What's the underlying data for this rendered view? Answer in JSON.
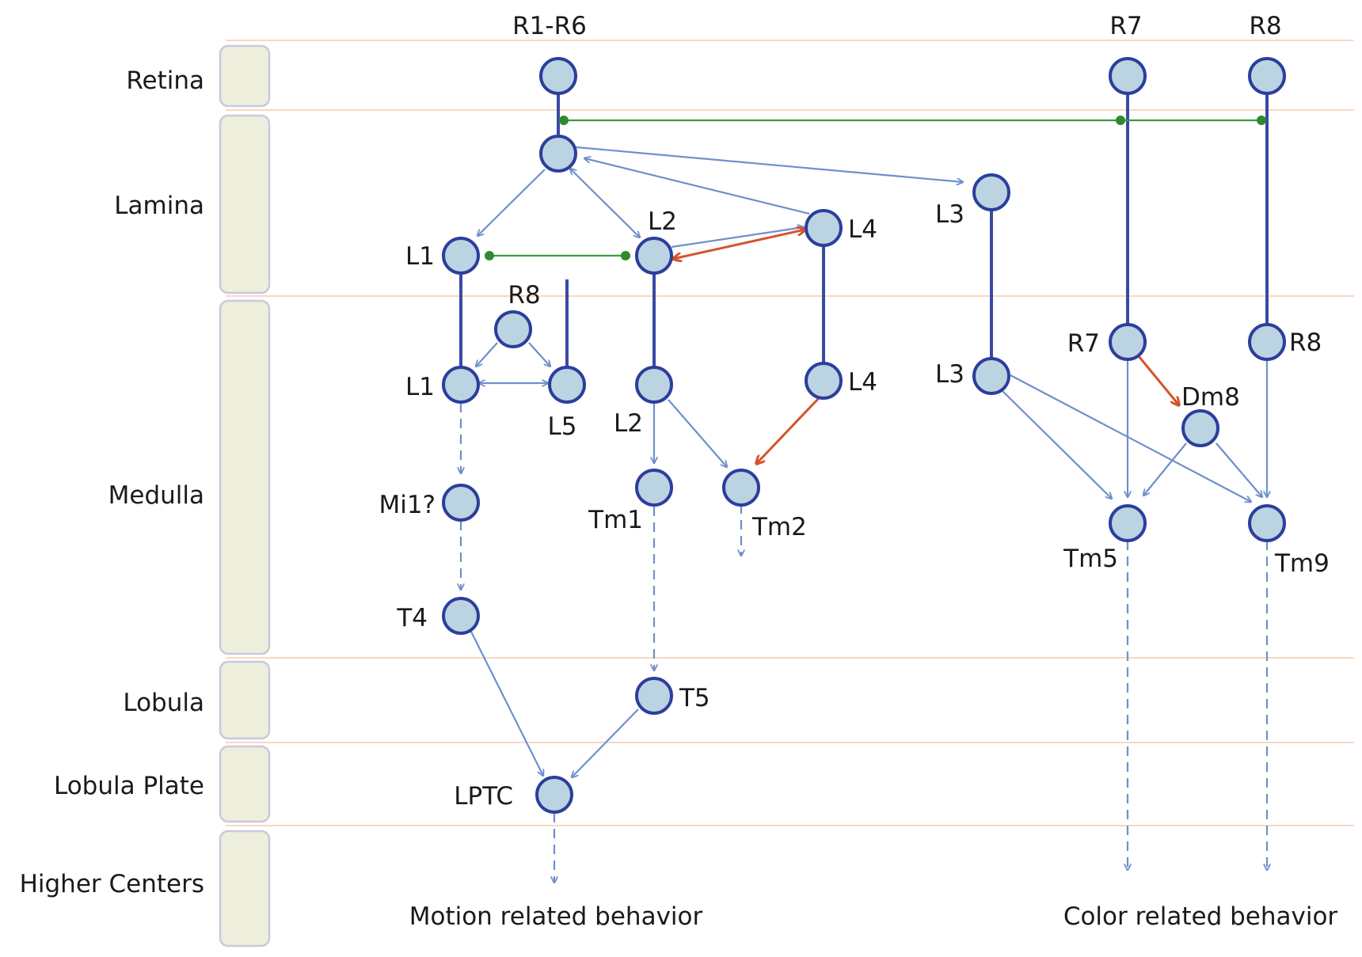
{
  "regions": [
    {
      "id": "retina",
      "label": "Retina"
    },
    {
      "id": "lamina",
      "label": "Lamina"
    },
    {
      "id": "medulla",
      "label": "Medulla"
    },
    {
      "id": "lobula",
      "label": "Lobula"
    },
    {
      "id": "lobula_plate",
      "label": "Lobula Plate"
    },
    {
      "id": "higher_centers",
      "label": "Higher Centers"
    }
  ],
  "nodes": {
    "r1r6": "R1-R6",
    "r7_top": "R7",
    "r8_top": "R8",
    "l1_lamina": "L1",
    "l2_lamina": "L2",
    "l4_lamina": "L4",
    "l3_lamina": "L3",
    "r8_medulla": "R8",
    "l1_medulla": "L1",
    "l5": "L5",
    "l2_medulla": "L2",
    "l4_medulla": "L4",
    "l3_medulla": "L3",
    "r7_medulla": "R7",
    "r8_medulla_right": "R8",
    "dm8": "Dm8",
    "mi1": "Mi1?",
    "tm1": "Tm1",
    "tm2": "Tm2",
    "tm5": "Tm5",
    "tm9": "Tm9",
    "t4": "T4",
    "t5": "T5",
    "lptc": "LPTC"
  },
  "outputs": {
    "motion": "Motion related behavior",
    "color": "Color related behavior"
  },
  "colors": {
    "node_fill": "#bcd4e2",
    "node_stroke": "#2c3e9c",
    "axon": "#3a49a6",
    "synapse_blue": "#6f8fcc",
    "synapse_red": "#d4532b",
    "gap_junction_green": "#3f9a3f",
    "region_box": "#eeeedd"
  }
}
